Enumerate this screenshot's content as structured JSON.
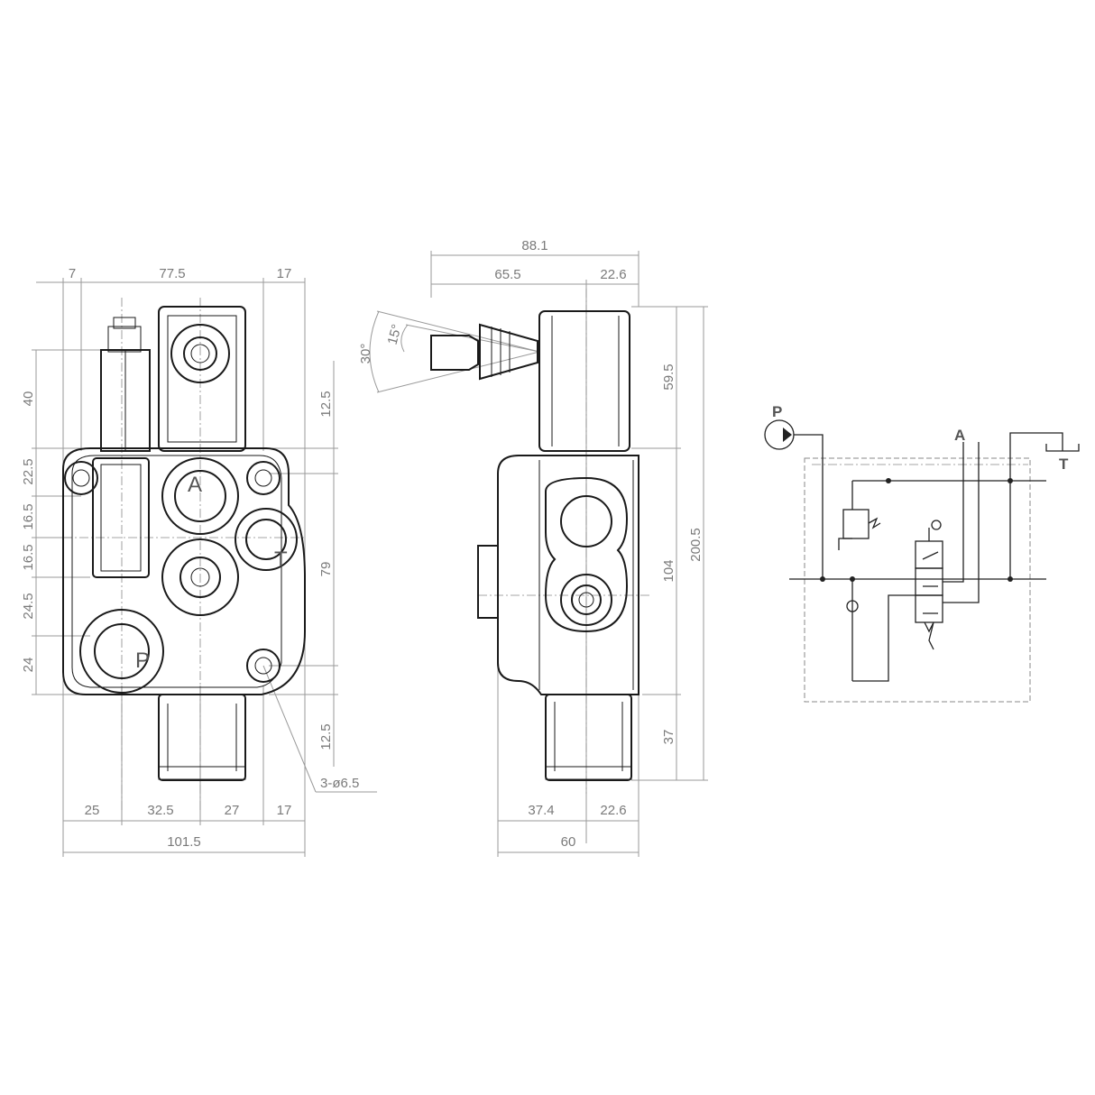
{
  "front_view": {
    "top_dims": [
      "7",
      "77.5",
      "17"
    ],
    "left_dims": [
      "40",
      "22.5",
      "16.5",
      "16.5",
      "24.5",
      "24"
    ],
    "right_dims": [
      "12.5",
      "79",
      "12.5"
    ],
    "bottom_dims": [
      "25",
      "32.5",
      "27",
      "17"
    ],
    "overall_width": "101.5",
    "hole_callout": "3-ø6.5",
    "port_labels": [
      "A",
      "T",
      "P"
    ]
  },
  "side_view": {
    "top_dims": [
      "88.1",
      "65.5",
      "22.6"
    ],
    "right_dims": [
      "59.5",
      "104",
      "37"
    ],
    "overall_height": "200.5",
    "bottom_dims": [
      "37.4",
      "22.6"
    ],
    "overall_width": "60",
    "angle_dims": [
      "30°",
      "15°"
    ]
  },
  "schematic": {
    "labels": {
      "pump": "P",
      "work_port": "A",
      "tank": "T"
    }
  }
}
